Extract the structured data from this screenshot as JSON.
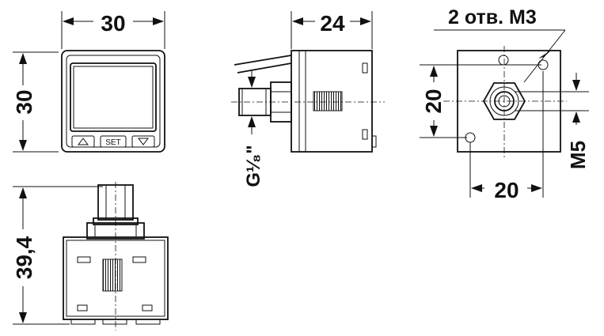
{
  "front_view": {
    "width_label": "30",
    "height_label": "30",
    "buttons": {
      "up_icon": "triangle-up",
      "set_label": "SET",
      "down_icon": "triangle-down"
    }
  },
  "side_view": {
    "width_label": "24",
    "thread_label": "G¹⁄₈\""
  },
  "back_view": {
    "holes_label": "2 отв. М3",
    "vertical_spacing_label": "20",
    "horizontal_spacing_label": "20",
    "port_thread_label": "M5"
  },
  "bottom_view": {
    "height_label": "39,4"
  }
}
